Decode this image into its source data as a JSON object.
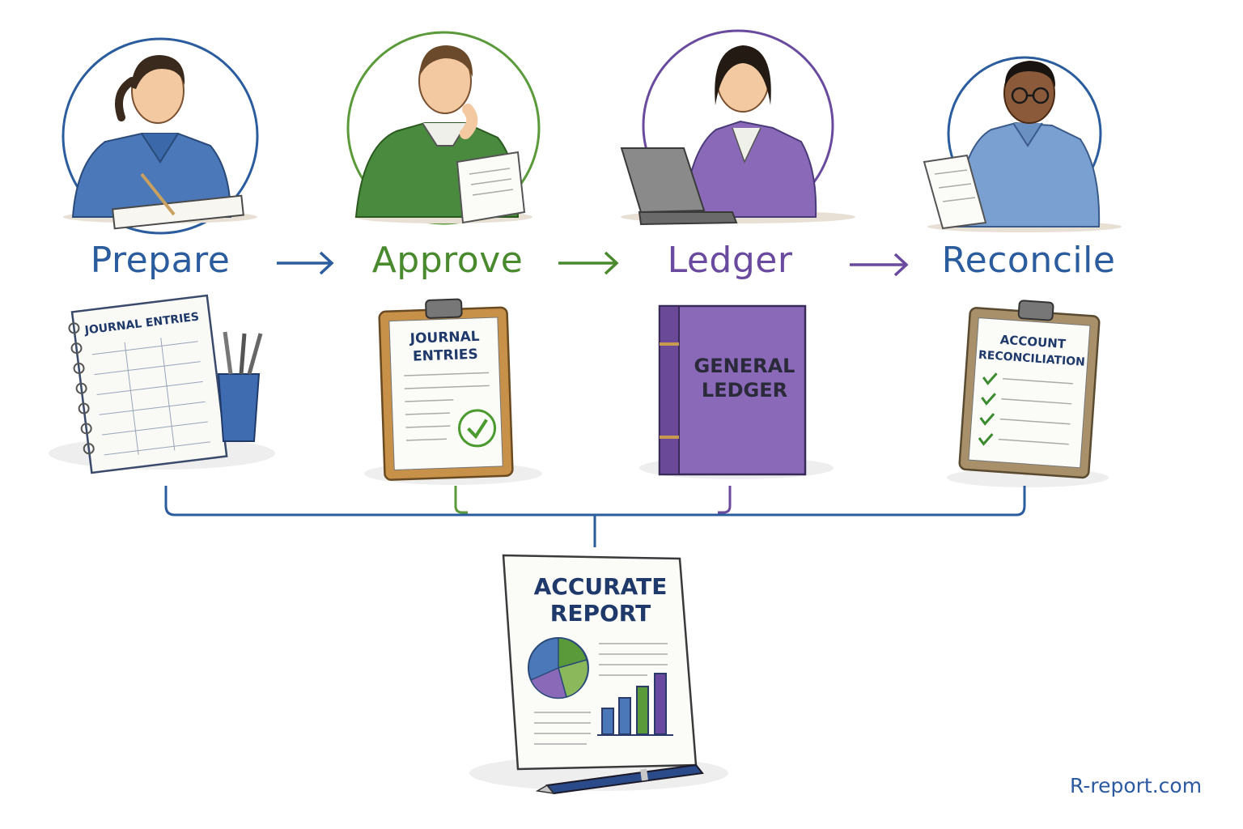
{
  "colors": {
    "prepare": "#2a5c9e",
    "approve": "#4a8a2e",
    "ledger": "#6a4a9e",
    "reconcile": "#2a5c9e",
    "connector": "#2a5c9e"
  },
  "steps": [
    {
      "label": "Prepare",
      "person_icon": "person-writing-icon",
      "document_icon": "journal-notebook-icon",
      "document_title": [
        "JOURNAL ENTRIES"
      ]
    },
    {
      "label": "Approve",
      "person_icon": "person-reading-icon",
      "document_icon": "clipboard-checkmark-icon",
      "document_title": [
        "JOURNAL",
        "ENTRIES"
      ]
    },
    {
      "label": "Ledger",
      "person_icon": "person-laptop-icon",
      "document_icon": "ledger-book-icon",
      "document_title": [
        "GENERAL",
        "LEDGER"
      ]
    },
    {
      "label": "Reconcile",
      "person_icon": "person-checking-icon",
      "document_icon": "clipboard-checklist-icon",
      "document_title": [
        "ACCOUNT",
        "RECONCILIATION"
      ]
    }
  ],
  "output": {
    "title": [
      "ACCURATE",
      "REPORT"
    ],
    "icon": "report-chart-icon"
  },
  "watermark": "R-report.com"
}
